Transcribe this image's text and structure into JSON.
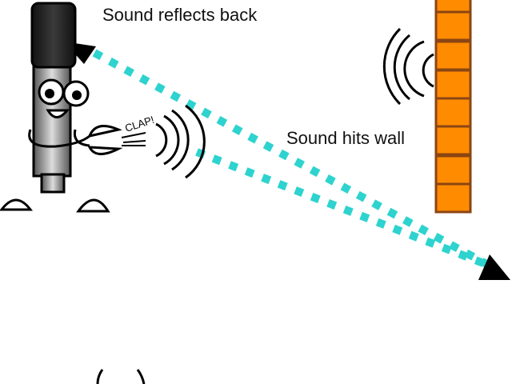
{
  "labels": {
    "reflect": "Sound reflects back",
    "hits": "Sound hits wall",
    "clap": "CLAP!"
  },
  "colors": {
    "sound_path": "#2ed3cf",
    "brick": "#ff8c00",
    "brick_edge": "#8b4513"
  }
}
